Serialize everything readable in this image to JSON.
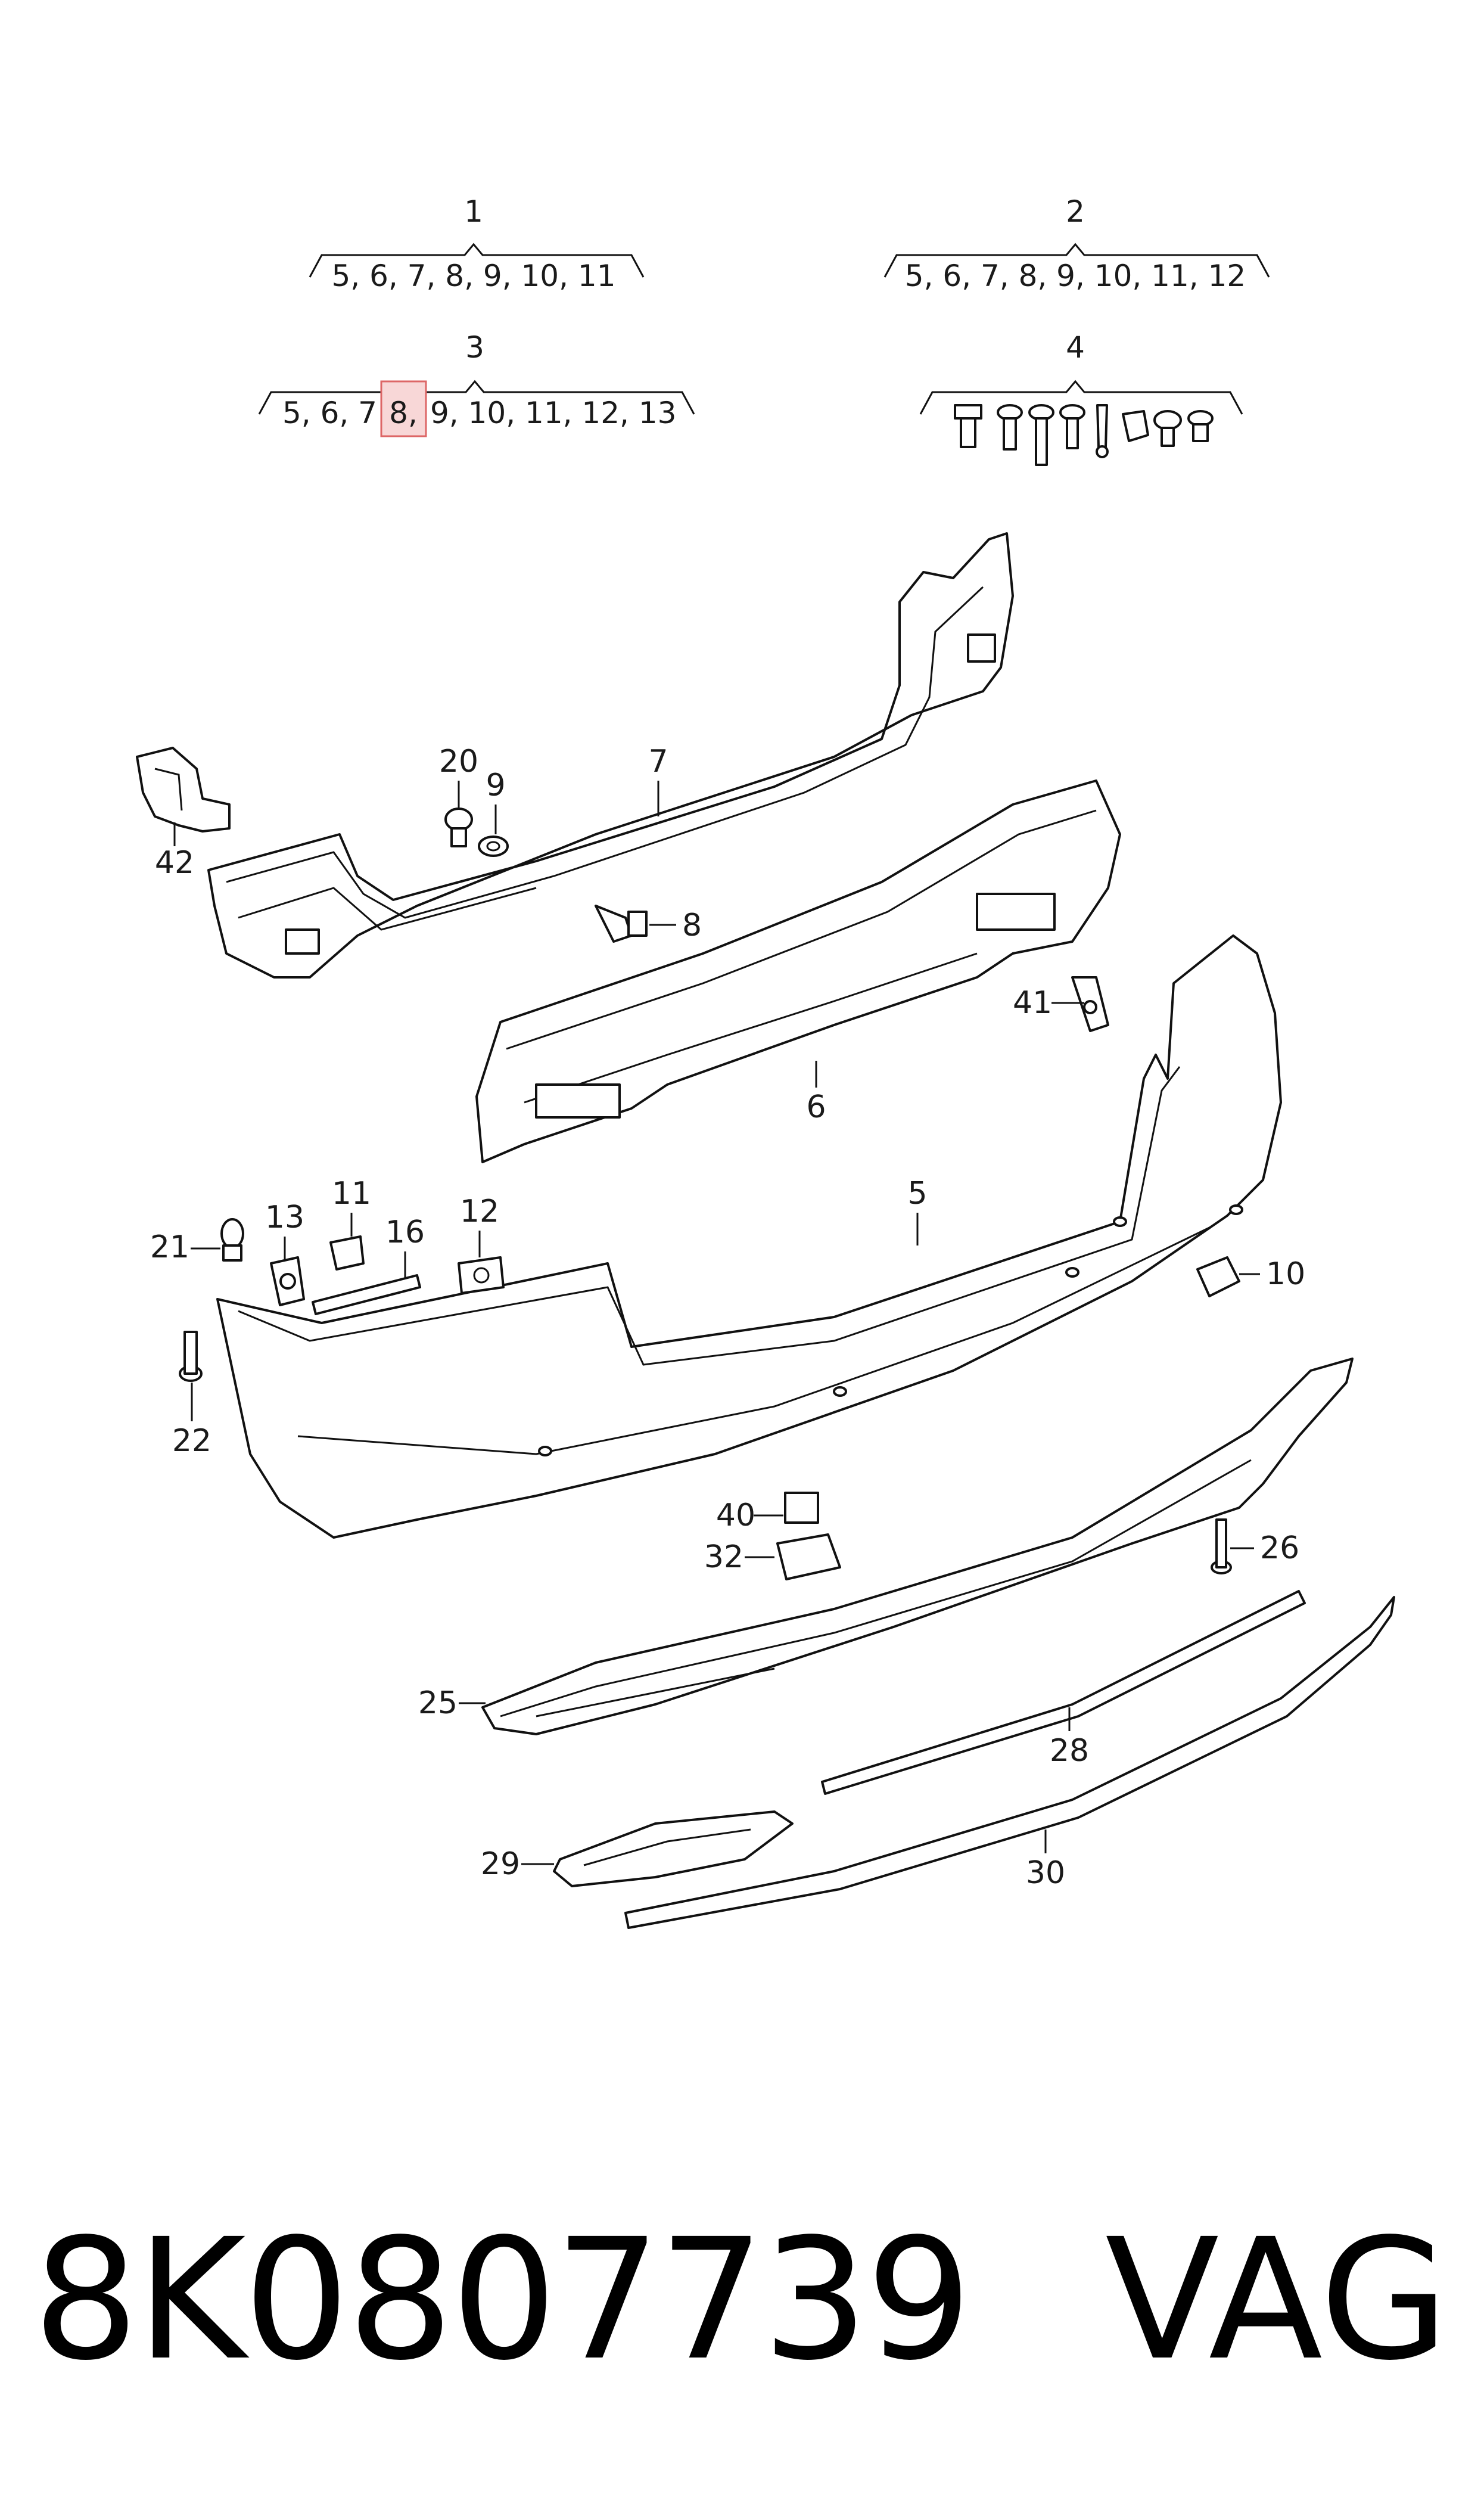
{
  "groups": [
    {
      "number": "1",
      "parts": "5, 6, 7, 8, 9, 10, 11"
    },
    {
      "number": "2",
      "parts": "5, 6, 7, 8, 9, 10, 11, 12"
    },
    {
      "number": "3",
      "parts_before": "5, 6, 7",
      "highlight": "8,",
      "parts_after": "9, 10, 11, 12, 13"
    },
    {
      "number": "4"
    }
  ],
  "callouts": {
    "c20": "20",
    "c9": "9",
    "c7": "7",
    "c42": "42",
    "c8": "8",
    "c41": "41",
    "c6": "6",
    "c5": "5",
    "c11": "11",
    "c13": "13",
    "c16": "16",
    "c12": "12",
    "c21": "21",
    "c10": "10",
    "c22": "22",
    "c40": "40",
    "c32": "32",
    "c26": "26",
    "c25": "25",
    "c28": "28",
    "c29": "29",
    "c30": "30"
  },
  "footer": {
    "part_number": "8K0807739",
    "brand": "VAG"
  },
  "colors": {
    "highlight": "#f8d7d7",
    "line": "#111111"
  }
}
